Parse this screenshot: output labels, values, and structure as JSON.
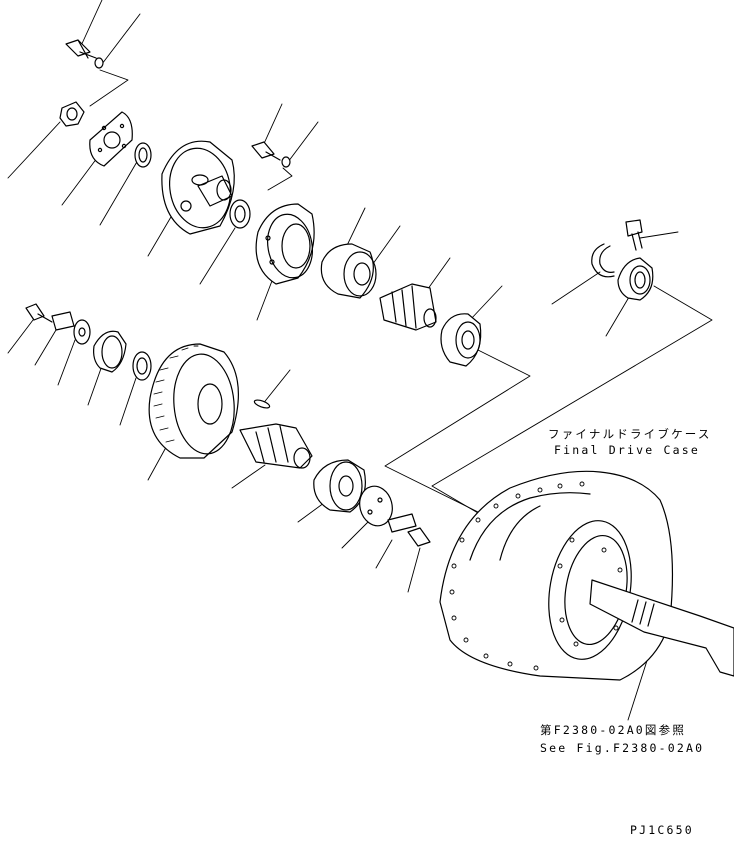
{
  "callouts": {
    "final_drive_case_jp": "ファイナルドライブケース",
    "final_drive_case_en": "Final Drive Case",
    "see_fig_jp": "第F2380-02A0図参照",
    "see_fig_en": "See Fig.F2380-02A0"
  },
  "figure_code": "PJ1C650"
}
